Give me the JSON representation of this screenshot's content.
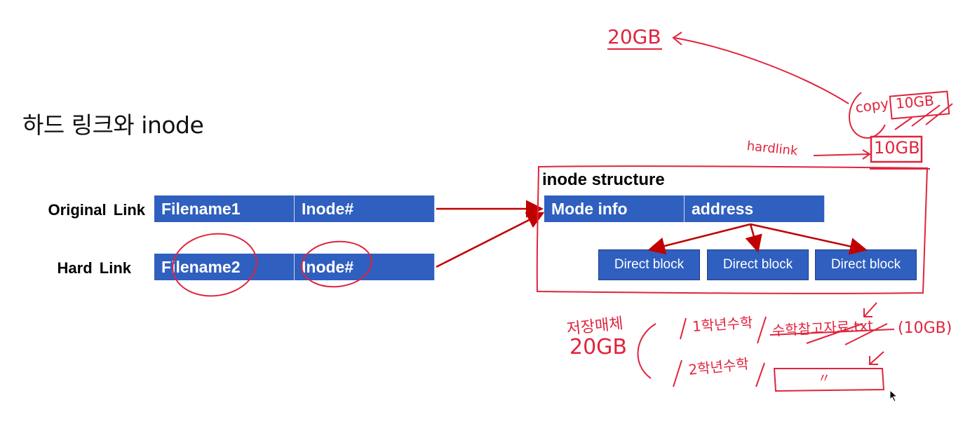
{
  "title": "하드 링크와 inode",
  "rows": [
    {
      "label": "Original Link",
      "filename": "Filename1",
      "inode": "Inode#"
    },
    {
      "label": "Hard Link",
      "filename": "Filename2",
      "inode": "Inode#"
    }
  ],
  "structure": {
    "title": "inode structure",
    "fields": [
      "Mode info",
      "address"
    ],
    "blocks": [
      "Direct block",
      "Direct block",
      "Direct block"
    ]
  },
  "annotations": {
    "size_top": "20GB",
    "copy": "copy",
    "copy_size": "10GB",
    "hardlink": "hardlink",
    "hardlink_size": "10GB",
    "storage_label": "저장매체",
    "storage_size": "20GB",
    "line1_grade": "1학년수학",
    "line1_struck": "수학참고자료.txt",
    "line1_size": "(10GB)",
    "line2_grade": "2학년수학",
    "ditto": "〃"
  },
  "colors": {
    "box_blue": "#2f5fbf",
    "ink_red": "#e0243d",
    "arrow_red": "#c00000"
  }
}
